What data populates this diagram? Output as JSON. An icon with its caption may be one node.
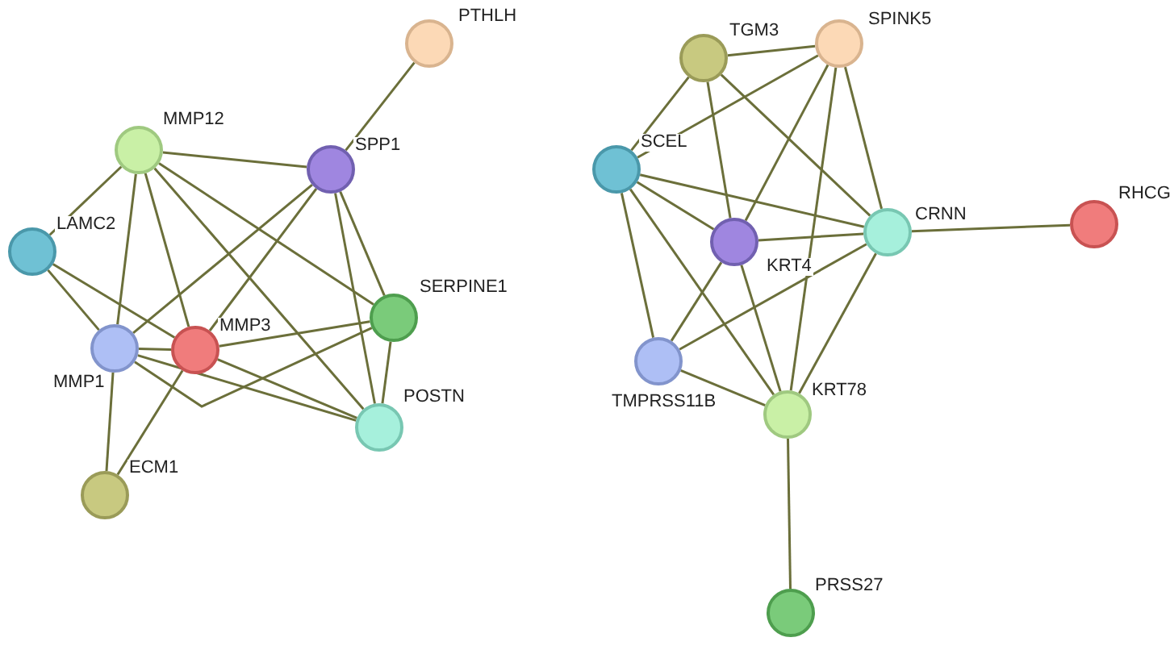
{
  "diagram": {
    "nodes": [
      {
        "text": [
          "PTHLH"
        ]
      },
      {
        "text": [
          "MMP12"
        ]
      },
      {
        "text": [
          "SPP1"
        ]
      },
      {
        "text": [
          "LAMC2"
        ]
      },
      {
        "text": [
          "SERPINE1"
        ]
      },
      {
        "text": [
          "MMP1"
        ]
      },
      {
        "text": [
          "MMP3"
        ]
      },
      {
        "text": [
          "POSTN"
        ]
      },
      {
        "text": [
          "ECM1"
        ]
      },
      {
        "text": [
          "TGM3"
        ]
      },
      {
        "text": [
          "SPINK5"
        ]
      },
      {
        "text": [
          "SCEL"
        ]
      },
      {
        "text": [
          "KRT4"
        ]
      },
      {
        "text": [
          "CRNN"
        ]
      },
      {
        "text": [
          "RHCG"
        ]
      },
      {
        "text": [
          "TMPRSS11B"
        ]
      },
      {
        "text": [
          "KRT78"
        ]
      },
      {
        "text": [
          "PRSS27"
        ]
      }
    ],
    "edges": [
      {
        "from": 0,
        "to": 2,
        "arrow": "none"
      },
      {
        "from": 1,
        "to": 2,
        "arrow": "none"
      },
      {
        "from": 1,
        "to": 3,
        "arrow": "none"
      },
      {
        "from": 1,
        "to": 5,
        "arrow": "none"
      },
      {
        "from": 1,
        "to": 6,
        "arrow": "none"
      },
      {
        "from": 1,
        "to": 7,
        "arrow": "none"
      },
      {
        "from": 1,
        "to": 4,
        "arrow": "none"
      },
      {
        "from": 2,
        "to": 5,
        "arrow": "none"
      },
      {
        "from": 2,
        "to": 6,
        "arrow": "none"
      },
      {
        "from": 2,
        "to": 4,
        "arrow": "none"
      },
      {
        "from": 2,
        "to": 7,
        "arrow": "none"
      },
      {
        "from": 3,
        "to": 5,
        "arrow": "none"
      },
      {
        "from": 3,
        "to": 6,
        "arrow": "none"
      },
      {
        "from": 5,
        "to": 6,
        "arrow": "none"
      },
      {
        "from": 5,
        "to": 4,
        "arrow": "none"
      },
      {
        "from": 5,
        "to": 7,
        "arrow": "none"
      },
      {
        "from": 5,
        "to": 8,
        "arrow": "none"
      },
      {
        "from": 6,
        "to": 4,
        "arrow": "none"
      },
      {
        "from": 6,
        "to": 7,
        "arrow": "none"
      },
      {
        "from": 6,
        "to": 8,
        "arrow": "none"
      },
      {
        "from": 4,
        "to": 7,
        "arrow": "none"
      },
      {
        "from": 9,
        "to": 10,
        "arrow": "none"
      },
      {
        "from": 9,
        "to": 11,
        "arrow": "none"
      },
      {
        "from": 9,
        "to": 12,
        "arrow": "none"
      },
      {
        "from": 9,
        "to": 13,
        "arrow": "none"
      },
      {
        "from": 10,
        "to": 11,
        "arrow": "none"
      },
      {
        "from": 10,
        "to": 12,
        "arrow": "none"
      },
      {
        "from": 10,
        "to": 13,
        "arrow": "none"
      },
      {
        "from": 10,
        "to": 16,
        "arrow": "none"
      },
      {
        "from": 11,
        "to": 12,
        "arrow": "none"
      },
      {
        "from": 11,
        "to": 13,
        "arrow": "none"
      },
      {
        "from": 11,
        "to": 15,
        "arrow": "none"
      },
      {
        "from": 11,
        "to": 16,
        "arrow": "none"
      },
      {
        "from": 12,
        "to": 13,
        "arrow": "none"
      },
      {
        "from": 12,
        "to": 15,
        "arrow": "none"
      },
      {
        "from": 12,
        "to": 16,
        "arrow": "none"
      },
      {
        "from": 13,
        "to": 14,
        "arrow": "none"
      },
      {
        "from": 13,
        "to": 15,
        "arrow": "none"
      },
      {
        "from": 13,
        "to": 16,
        "arrow": "none"
      },
      {
        "from": 15,
        "to": 16,
        "arrow": "none"
      },
      {
        "from": 16,
        "to": 17,
        "arrow": "none"
      }
    ]
  }
}
